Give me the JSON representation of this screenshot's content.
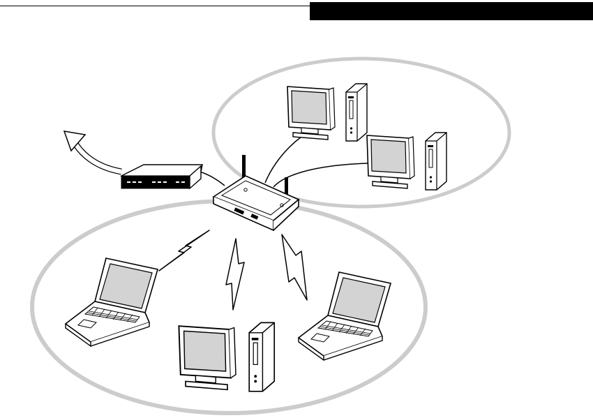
{
  "colors": {
    "header_bar": "#000000",
    "ellipse_stroke": "#cccccc",
    "line_art": "#000000",
    "screen_fill": "#cfcfcf",
    "device_fill": "#ffffff"
  },
  "diagram": {
    "nodes": [
      {
        "id": "internet-arrow",
        "icon": "curved-arrow-icon"
      },
      {
        "id": "modem",
        "icon": "broadband-modem-icon"
      },
      {
        "id": "access-point",
        "icon": "wireless-router-icon"
      },
      {
        "id": "wired-desktop-1",
        "icon": "desktop-computer-icon"
      },
      {
        "id": "wired-desktop-2",
        "icon": "desktop-computer-icon"
      },
      {
        "id": "wireless-laptop-1",
        "icon": "laptop-icon"
      },
      {
        "id": "wireless-desktop",
        "icon": "desktop-computer-icon"
      },
      {
        "id": "wireless-laptop-2",
        "icon": "laptop-icon"
      }
    ],
    "groups": [
      {
        "id": "wired-group",
        "members": [
          "wired-desktop-1",
          "wired-desktop-2"
        ]
      },
      {
        "id": "wireless-group",
        "members": [
          "wireless-laptop-1",
          "wireless-desktop",
          "wireless-laptop-2"
        ]
      }
    ],
    "links": [
      {
        "from": "modem",
        "to": "internet-arrow",
        "kind": "uplink"
      },
      {
        "from": "modem",
        "to": "access-point",
        "kind": "cable"
      },
      {
        "from": "access-point",
        "to": "wired-desktop-1",
        "kind": "cable"
      },
      {
        "from": "access-point",
        "to": "wired-desktop-2",
        "kind": "cable"
      },
      {
        "from": "access-point",
        "to": "wireless-laptop-1",
        "kind": "wireless",
        "icon": "lightning-bolt-icon"
      },
      {
        "from": "access-point",
        "to": "wireless-desktop",
        "kind": "wireless",
        "icon": "lightning-bolt-icon"
      },
      {
        "from": "access-point",
        "to": "wireless-laptop-2",
        "kind": "wireless",
        "icon": "lightning-bolt-icon"
      }
    ]
  }
}
